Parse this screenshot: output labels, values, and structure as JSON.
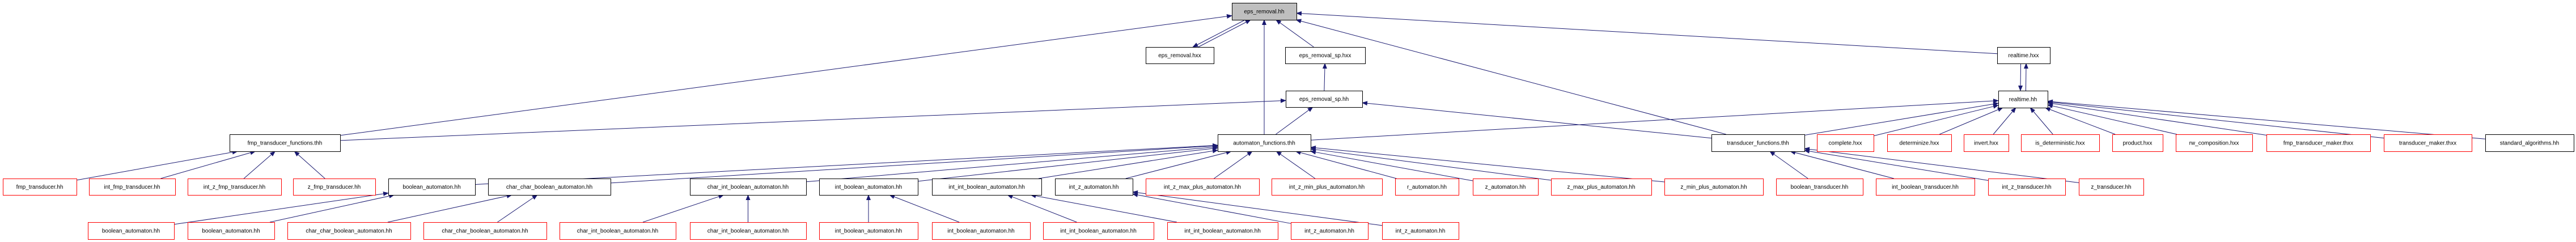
{
  "title": "eps_removal.hh",
  "colors": {
    "edge": "#191970",
    "root_fill": "#bfbfbf",
    "node_fill": "#ffffff",
    "node_border": "#000000",
    "truncated_border": "#ff0000"
  },
  "nodes": [
    {
      "id": "n0",
      "label": "eps_removal.hh",
      "kind": "root"
    },
    {
      "id": "n1",
      "label": "eps_removal.hxx",
      "kind": "normal"
    },
    {
      "id": "n2",
      "label": "eps_removal_sp.hxx",
      "kind": "normal"
    },
    {
      "id": "n3",
      "label": "eps_removal_sp.hh",
      "kind": "normal"
    },
    {
      "id": "n4",
      "label": "realtime.hxx",
      "kind": "normal"
    },
    {
      "id": "n5",
      "label": "realtime.hh",
      "kind": "normal"
    },
    {
      "id": "n6",
      "label": "fmp_transducer_functions.thh",
      "kind": "normal"
    },
    {
      "id": "n7",
      "label": "automaton_functions.thh",
      "kind": "normal"
    },
    {
      "id": "n8",
      "label": "transducer_functions.thh",
      "kind": "normal"
    },
    {
      "id": "n9",
      "label": "complete.hxx",
      "kind": "truncated"
    },
    {
      "id": "n10",
      "label": "determinize.hxx",
      "kind": "truncated"
    },
    {
      "id": "n11",
      "label": "invert.hxx",
      "kind": "truncated"
    },
    {
      "id": "n12",
      "label": "is_deterministic.hxx",
      "kind": "truncated"
    },
    {
      "id": "n13",
      "label": "product.hxx",
      "kind": "truncated"
    },
    {
      "id": "n14",
      "label": "rw_composition.hxx",
      "kind": "truncated"
    },
    {
      "id": "n15",
      "label": "fmp_transducer_maker.thxx",
      "kind": "truncated"
    },
    {
      "id": "n16",
      "label": "transducer_maker.thxx",
      "kind": "truncated"
    },
    {
      "id": "n17",
      "label": "standard_algorithms.hh",
      "kind": "normal"
    },
    {
      "id": "n18",
      "label": "fmp_transducer.hh",
      "kind": "truncated"
    },
    {
      "id": "n19",
      "label": "int_fmp_transducer.hh",
      "kind": "truncated"
    },
    {
      "id": "n20",
      "label": "int_z_fmp_transducer.hh",
      "kind": "truncated"
    },
    {
      "id": "n21",
      "label": "z_fmp_transducer.hh",
      "kind": "truncated"
    },
    {
      "id": "n22",
      "label": "boolean_automaton.hh",
      "kind": "normal"
    },
    {
      "id": "n23",
      "label": "char_char_boolean_automaton.hh",
      "kind": "normal"
    },
    {
      "id": "n24",
      "label": "char_int_boolean_automaton.hh",
      "kind": "normal"
    },
    {
      "id": "n25",
      "label": "int_boolean_automaton.hh",
      "kind": "normal"
    },
    {
      "id": "n26",
      "label": "int_int_boolean_automaton.hh",
      "kind": "normal"
    },
    {
      "id": "n27",
      "label": "int_z_automaton.hh",
      "kind": "normal"
    },
    {
      "id": "n28",
      "label": "int_z_max_plus_automaton.hh",
      "kind": "truncated"
    },
    {
      "id": "n29",
      "label": "int_z_min_plus_automaton.hh",
      "kind": "truncated"
    },
    {
      "id": "n30",
      "label": "r_automaton.hh",
      "kind": "truncated"
    },
    {
      "id": "n31",
      "label": "z_automaton.hh",
      "kind": "truncated"
    },
    {
      "id": "n32",
      "label": "z_max_plus_automaton.hh",
      "kind": "truncated"
    },
    {
      "id": "n33",
      "label": "z_min_plus_automaton.hh",
      "kind": "truncated"
    },
    {
      "id": "n34",
      "label": "boolean_transducer.hh",
      "kind": "truncated"
    },
    {
      "id": "n35",
      "label": "int_boolean_transducer.hh",
      "kind": "truncated"
    },
    {
      "id": "n36",
      "label": "int_z_transducer.hh",
      "kind": "truncated"
    },
    {
      "id": "n37",
      "label": "z_transducer.hh",
      "kind": "truncated"
    },
    {
      "id": "n38",
      "label": "boolean_automaton.hh",
      "kind": "truncated"
    },
    {
      "id": "n39",
      "label": "boolean_automaton.hh",
      "kind": "truncated"
    },
    {
      "id": "n40",
      "label": "char_char_boolean_automaton.hh",
      "kind": "truncated"
    },
    {
      "id": "n41",
      "label": "char_char_boolean_automaton.hh",
      "kind": "truncated"
    },
    {
      "id": "n42",
      "label": "char_int_boolean_automaton.hh",
      "kind": "truncated"
    },
    {
      "id": "n43",
      "label": "char_int_boolean_automaton.hh",
      "kind": "truncated"
    },
    {
      "id": "n44",
      "label": "int_boolean_automaton.hh",
      "kind": "truncated"
    },
    {
      "id": "n45",
      "label": "int_boolean_automaton.hh",
      "kind": "truncated"
    },
    {
      "id": "n46",
      "label": "int_int_boolean_automaton.hh",
      "kind": "truncated"
    },
    {
      "id": "n47",
      "label": "int_int_boolean_automaton.hh",
      "kind": "truncated"
    },
    {
      "id": "n48",
      "label": "int_z_automaton.hh",
      "kind": "truncated"
    },
    {
      "id": "n49",
      "label": "int_z_automaton.hh",
      "kind": "truncated"
    }
  ],
  "edges": [
    {
      "from": "n1",
      "to": "n0"
    },
    {
      "from": "n0",
      "to": "n1"
    },
    {
      "from": "n2",
      "to": "n0"
    },
    {
      "from": "n3",
      "to": "n2"
    },
    {
      "from": "n4",
      "to": "n0"
    },
    {
      "from": "n5",
      "to": "n4"
    },
    {
      "from": "n4",
      "to": "n5"
    },
    {
      "from": "n6",
      "to": "n0"
    },
    {
      "from": "n6",
      "to": "n3"
    },
    {
      "from": "n7",
      "to": "n0"
    },
    {
      "from": "n7",
      "to": "n3"
    },
    {
      "from": "n7",
      "to": "n5"
    },
    {
      "from": "n8",
      "to": "n0"
    },
    {
      "from": "n8",
      "to": "n3"
    },
    {
      "from": "n8",
      "to": "n5"
    },
    {
      "from": "n9",
      "to": "n5"
    },
    {
      "from": "n10",
      "to": "n5"
    },
    {
      "from": "n11",
      "to": "n5"
    },
    {
      "from": "n12",
      "to": "n5"
    },
    {
      "from": "n13",
      "to": "n5"
    },
    {
      "from": "n14",
      "to": "n5"
    },
    {
      "from": "n15",
      "to": "n5"
    },
    {
      "from": "n16",
      "to": "n5"
    },
    {
      "from": "n17",
      "to": "n5"
    },
    {
      "from": "n18",
      "to": "n6"
    },
    {
      "from": "n19",
      "to": "n6"
    },
    {
      "from": "n20",
      "to": "n6"
    },
    {
      "from": "n21",
      "to": "n6"
    },
    {
      "from": "n22",
      "to": "n7"
    },
    {
      "from": "n23",
      "to": "n7"
    },
    {
      "from": "n24",
      "to": "n7"
    },
    {
      "from": "n25",
      "to": "n7"
    },
    {
      "from": "n26",
      "to": "n7"
    },
    {
      "from": "n27",
      "to": "n7"
    },
    {
      "from": "n28",
      "to": "n7"
    },
    {
      "from": "n29",
      "to": "n7"
    },
    {
      "from": "n30",
      "to": "n7"
    },
    {
      "from": "n31",
      "to": "n7"
    },
    {
      "from": "n32",
      "to": "n7"
    },
    {
      "from": "n33",
      "to": "n7"
    },
    {
      "from": "n34",
      "to": "n8"
    },
    {
      "from": "n35",
      "to": "n8"
    },
    {
      "from": "n36",
      "to": "n8"
    },
    {
      "from": "n37",
      "to": "n8"
    },
    {
      "from": "n38",
      "to": "n22"
    },
    {
      "from": "n39",
      "to": "n22"
    },
    {
      "from": "n40",
      "to": "n23"
    },
    {
      "from": "n41",
      "to": "n23"
    },
    {
      "from": "n42",
      "to": "n24"
    },
    {
      "from": "n43",
      "to": "n24"
    },
    {
      "from": "n44",
      "to": "n25"
    },
    {
      "from": "n45",
      "to": "n25"
    },
    {
      "from": "n46",
      "to": "n26"
    },
    {
      "from": "n47",
      "to": "n26"
    },
    {
      "from": "n48",
      "to": "n27"
    },
    {
      "from": "n49",
      "to": "n27"
    }
  ]
}
